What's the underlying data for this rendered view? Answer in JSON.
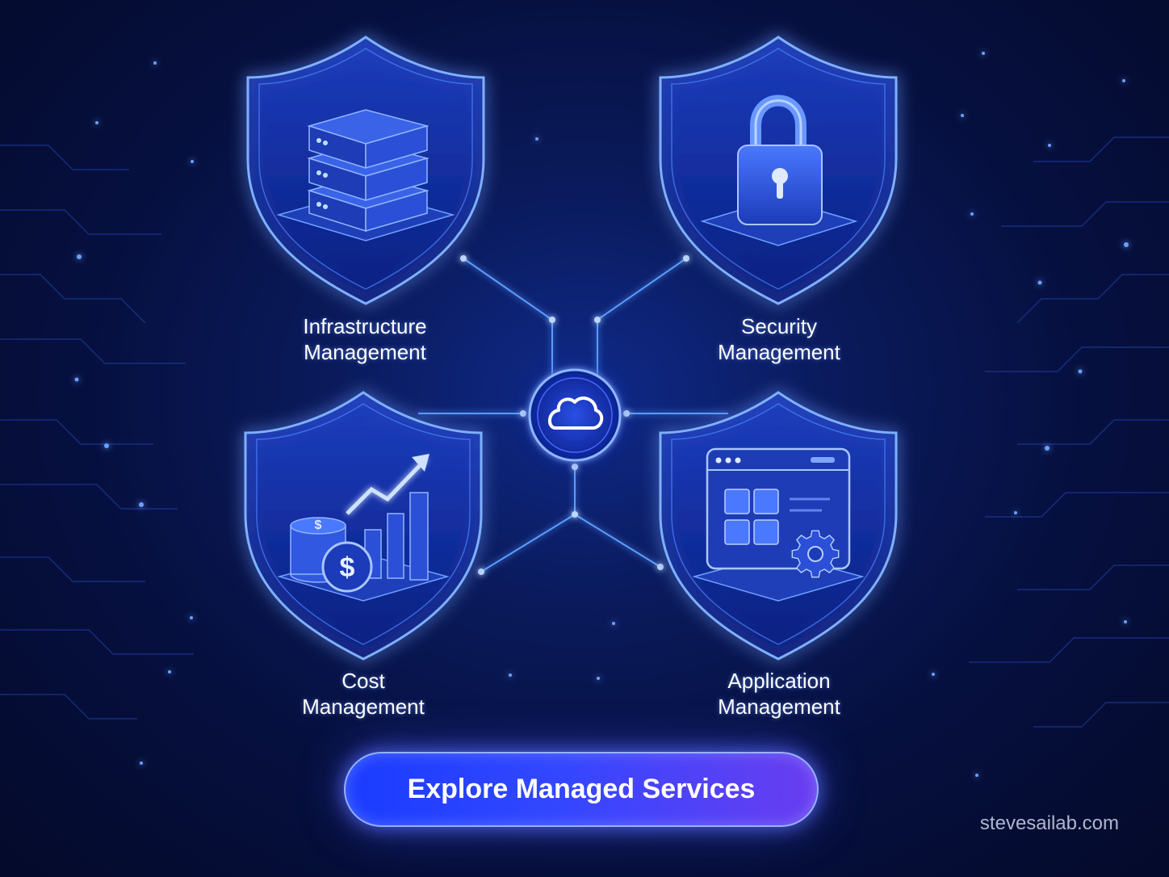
{
  "nodes": {
    "infrastructure": {
      "line1": "Infrastructure",
      "line2": "Management",
      "icon": "server-stack-icon"
    },
    "security": {
      "line1": "Security",
      "line2": "Management",
      "icon": "padlock-icon"
    },
    "cost": {
      "line1": "Cost",
      "line2": "Management",
      "icon": "cost-growth-icon"
    },
    "application": {
      "line1": "Application",
      "line2": "Management",
      "icon": "app-window-gear-icon"
    }
  },
  "hub": {
    "icon": "cloud-icon"
  },
  "cta": {
    "label": "Explore Managed Services"
  },
  "watermark": "stevesailab.com",
  "colors": {
    "background": "#061040",
    "glow": "#3f7bff",
    "line": "#5a9cff",
    "cta_start": "#1a3cff",
    "cta_end": "#6a3df0"
  }
}
